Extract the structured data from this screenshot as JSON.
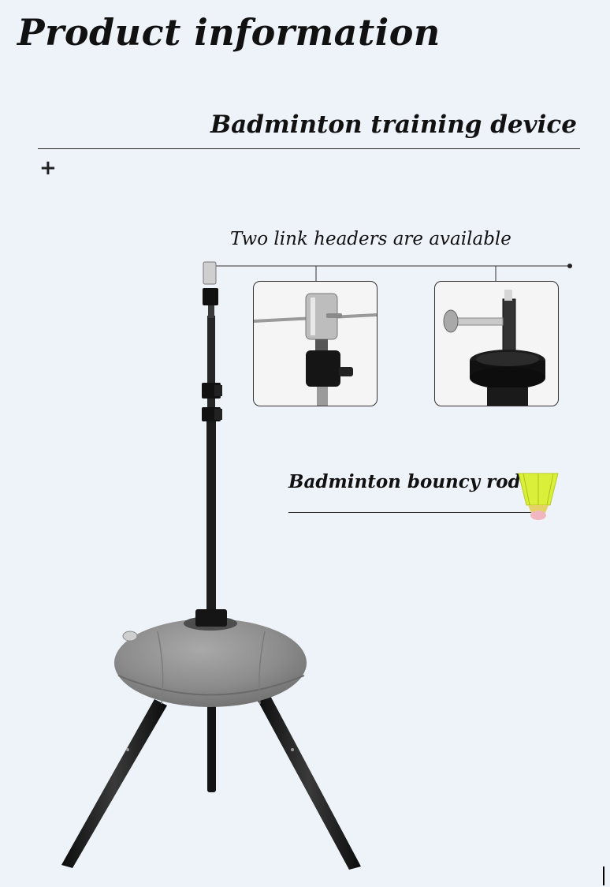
{
  "page": {
    "title": "Product information",
    "subtitle": "Badminton training device",
    "plus_symbol": "+"
  },
  "callouts": {
    "link_headers": "Two link headers are available",
    "bouncy_rod": "Badminton bouncy rod"
  },
  "images": {
    "detail_left": "link-header-clamp-image",
    "detail_right": "link-header-screw-plate-image",
    "product": "badminton-training-device-image",
    "shuttlecock": "shuttlecock-icon"
  },
  "colors": {
    "background": "#eef2f9",
    "text": "#111111",
    "base": "#8c8c8c",
    "pole": "#1c1c1c",
    "shuttlecock_feathers": "#d9ef3a"
  }
}
